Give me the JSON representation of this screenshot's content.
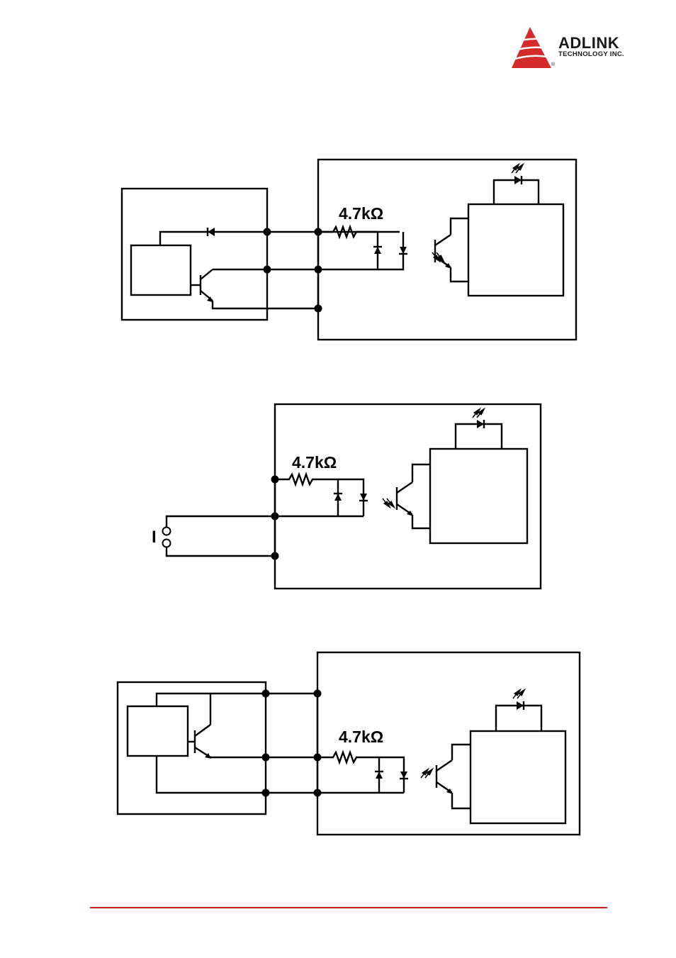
{
  "logo": {
    "name": "ADLINK",
    "subtitle": "TECHNOLOGY INC.",
    "registered": "®",
    "accent_color": "#d42a2a"
  },
  "circuits": [
    {
      "resistor_label": "4.7kΩ"
    },
    {
      "resistor_label": "4.7kΩ",
      "source_label": "I"
    },
    {
      "resistor_label": "4.7kΩ"
    }
  ],
  "footer": {
    "rule_color": "#c8201e"
  }
}
